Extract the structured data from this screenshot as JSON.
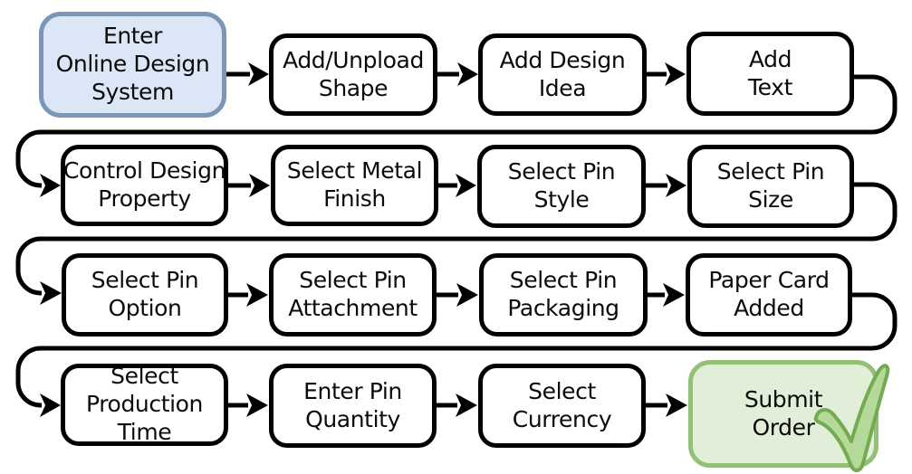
{
  "diagram": {
    "type": "flowchart",
    "nodes": [
      {
        "id": "enter-online-design-system",
        "label": "Enter\nOnline Design\nSystem",
        "kind": "start"
      },
      {
        "id": "add-unpload-shape",
        "label": "Add/Unpload\nShape",
        "kind": "step"
      },
      {
        "id": "add-design-idea",
        "label": "Add Design\nIdea",
        "kind": "step"
      },
      {
        "id": "add-text",
        "label": "Add\nText",
        "kind": "step"
      },
      {
        "id": "control-design-property",
        "label": "Control Design\nProperty",
        "kind": "step"
      },
      {
        "id": "select-metal-finish",
        "label": "Select Metal\nFinish",
        "kind": "step"
      },
      {
        "id": "select-pin-style",
        "label": "Select Pin\nStyle",
        "kind": "step"
      },
      {
        "id": "select-pin-size",
        "label": "Select Pin\nSize",
        "kind": "step"
      },
      {
        "id": "select-pin-option",
        "label": "Select Pin\nOption",
        "kind": "step"
      },
      {
        "id": "select-pin-attachment",
        "label": "Select Pin\nAttachment",
        "kind": "step"
      },
      {
        "id": "select-pin-packaging",
        "label": "Select Pin\nPackaging",
        "kind": "step"
      },
      {
        "id": "paper-card-added",
        "label": "Paper Card\nAdded",
        "kind": "step"
      },
      {
        "id": "select-production-time",
        "label": "Select\nProduction\nTime",
        "kind": "step"
      },
      {
        "id": "enter-pin-quantity",
        "label": "Enter Pin\nQuantity",
        "kind": "step"
      },
      {
        "id": "select-currency",
        "label": "Select\nCurrency",
        "kind": "step"
      },
      {
        "id": "submit-order",
        "label": "Submit\nOrder",
        "kind": "end"
      }
    ],
    "edges": [
      [
        0,
        1
      ],
      [
        1,
        2
      ],
      [
        2,
        3
      ],
      [
        3,
        4
      ],
      [
        4,
        5
      ],
      [
        5,
        6
      ],
      [
        6,
        7
      ],
      [
        7,
        8
      ],
      [
        8,
        9
      ],
      [
        9,
        10
      ],
      [
        10,
        11
      ],
      [
        11,
        12
      ],
      [
        12,
        13
      ],
      [
        13,
        14
      ],
      [
        14,
        15
      ]
    ],
    "icons": [
      {
        "name": "checkmark-icon",
        "node": "submit-order"
      }
    ],
    "colors": {
      "start_fill": "#dbe7f6",
      "start_border": "#7a96b8",
      "end_fill": "#e1eed8",
      "end_border": "#94bf77",
      "step_fill": "#ffffff",
      "step_border": "#000000",
      "connector": "#000000",
      "check_fill": "#b4d99b",
      "check_stroke": "#74aa50"
    }
  }
}
